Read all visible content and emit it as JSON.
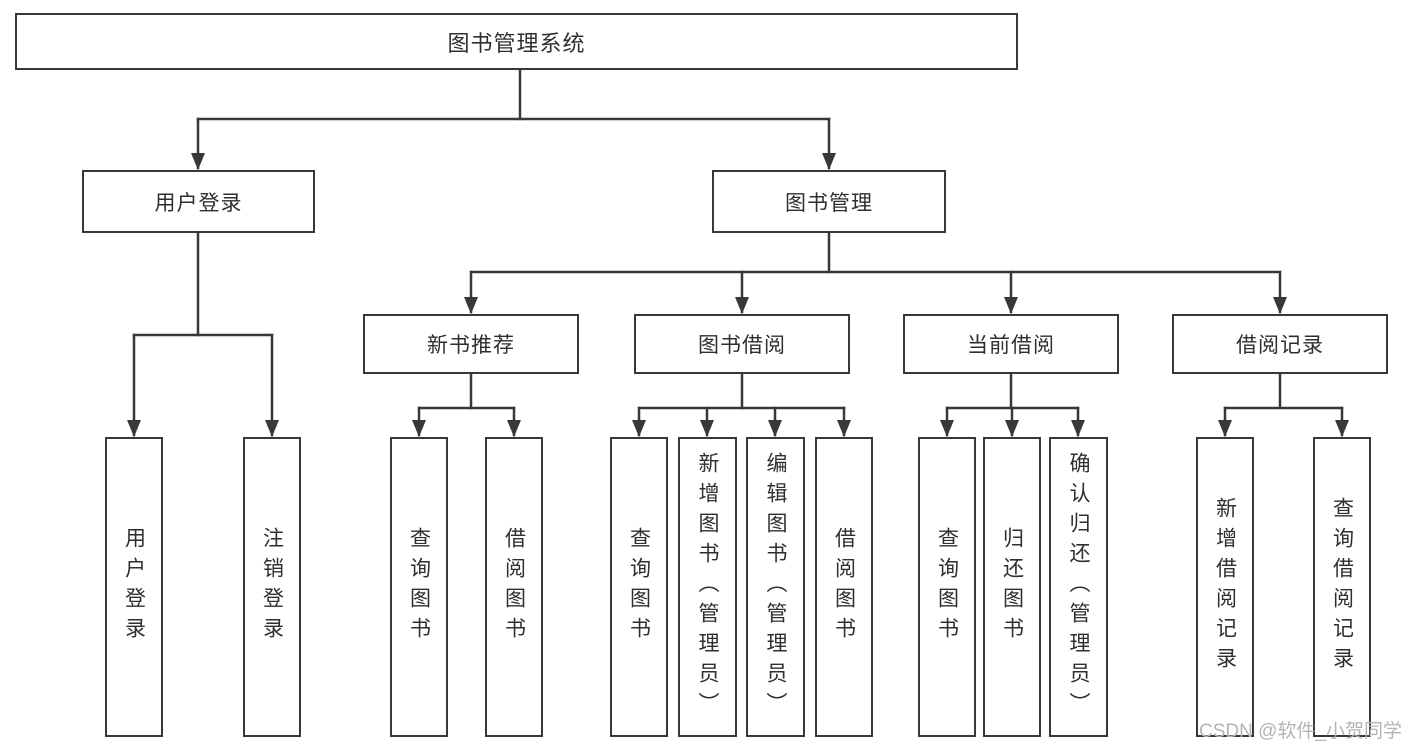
{
  "diagram": {
    "title": "图书管理系统",
    "colors": {
      "line": "#383838",
      "box_border": "#383838",
      "box_fill": "#ffffff",
      "text": "#2f2f2f",
      "watermark": "#b4b4b4"
    },
    "root": {
      "label": "图书管理系统"
    },
    "level2": [
      {
        "label": "用户登录"
      },
      {
        "label": "图书管理"
      }
    ],
    "categories": [
      {
        "label": "新书推荐"
      },
      {
        "label": "图书借阅"
      },
      {
        "label": "当前借阅"
      },
      {
        "label": "借阅记录"
      }
    ],
    "leaves": {
      "login": [
        "用户登录",
        "注销登录"
      ],
      "new_books": [
        "查询图书",
        "借阅图书"
      ],
      "borrow": [
        "查询图书",
        "新增图书（管理员）",
        "编辑图书（管理员）",
        "借阅图书"
      ],
      "current": [
        "查询图书",
        "归还图书",
        "确认归还（管理员）"
      ],
      "records": [
        "新增借阅记录",
        "查询借阅记录"
      ]
    },
    "watermark": "CSDN @软件_小贺同学"
  }
}
